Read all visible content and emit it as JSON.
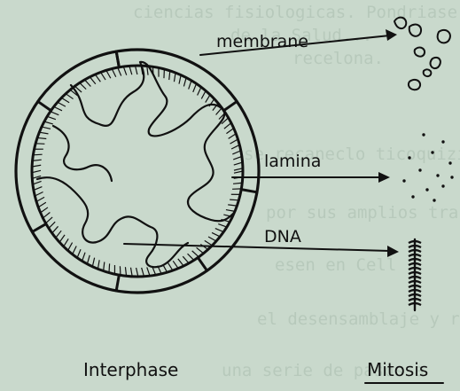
{
  "labels": {
    "membrane": "membrane",
    "lamina": "lamina",
    "dna": "DNA"
  },
  "captions": {
    "interphase": "Interphase",
    "mitosis": "Mitosis"
  },
  "background_text": [
    "ciencias fisiologicas. Pondriase",
    "de la Salud...",
    "recelona.",
    "se recaneclo ticoquizimosex",
    "por sus amplios trabajos",
    "esen en Cell",
    "el desensamblaje y reensam",
    "una serie de pasos a"
  ],
  "colors": {
    "paper": "#c9d9cc",
    "ink": "#111111",
    "bleed_text": "#a9bcae"
  }
}
